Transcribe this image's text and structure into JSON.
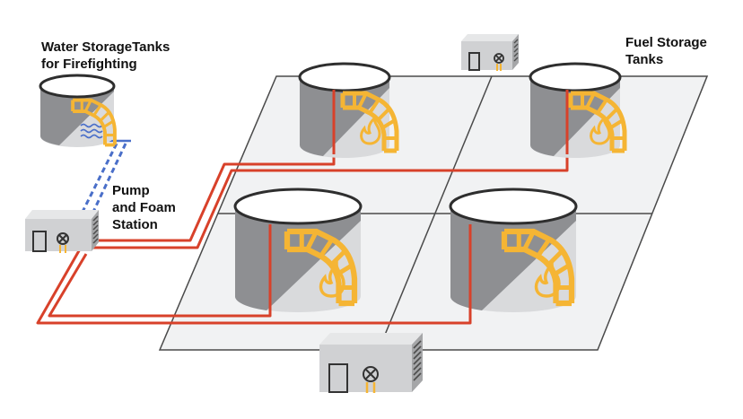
{
  "labels": {
    "water": [
      "Water StorageTanks",
      "for Firefighting"
    ],
    "fuel": [
      "Fuel Storage",
      "Tanks"
    ],
    "pump": [
      "Pump",
      "and Foam",
      "Station"
    ]
  },
  "icons": {
    "water_tank": "water-waves-icon",
    "fuel_tank": "flame-icon",
    "building": "valve-icon"
  },
  "colors": {
    "pipe": "#d8412a",
    "ladder": "#f5b534",
    "water_line": "#4a6fc9",
    "tank_dark": "#8e8f92",
    "tank_light": "#d9dadc",
    "ground": "#f1f2f3",
    "building": "#d0d1d3"
  }
}
